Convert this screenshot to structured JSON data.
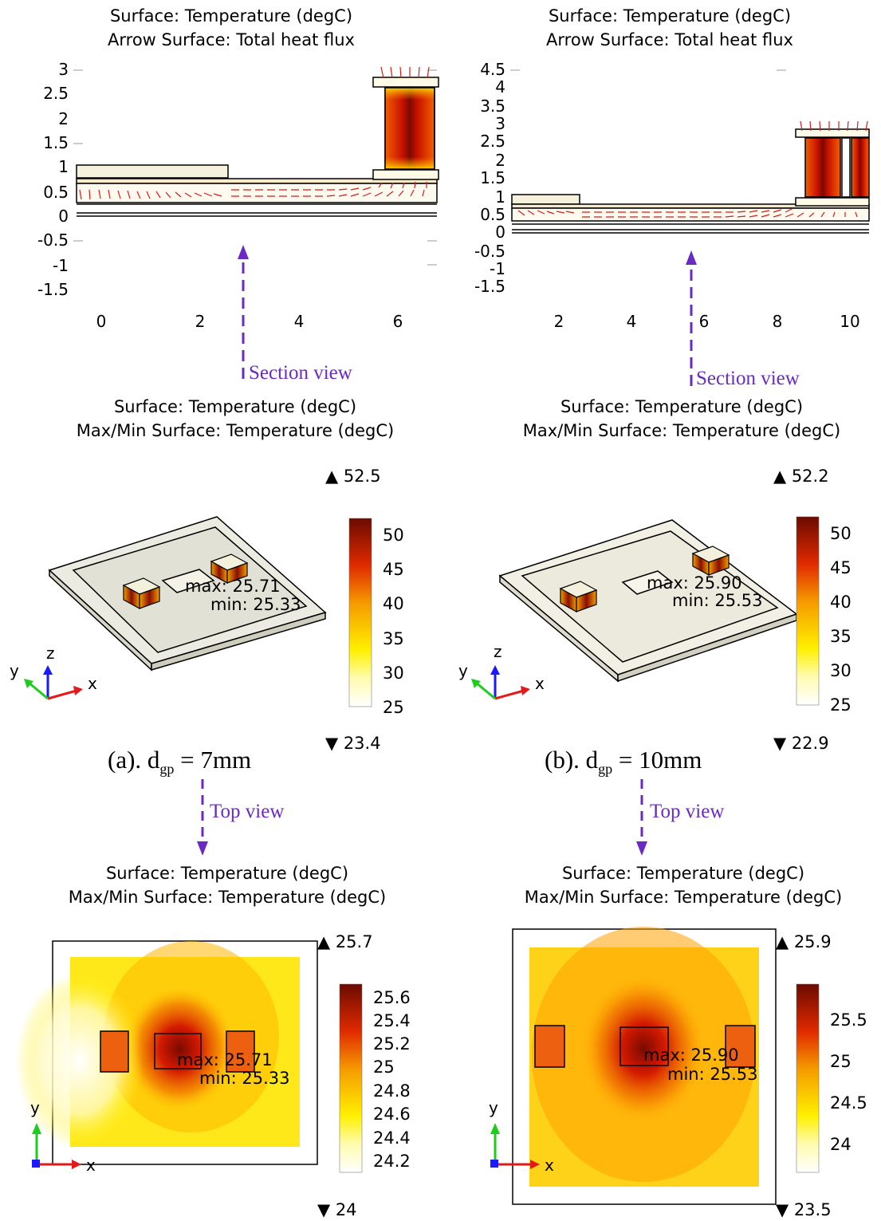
{
  "panels": [
    {
      "id": "a",
      "section": {
        "title_line1": "Surface: Temperature (degC)",
        "title_line2": "Arrow Surface: Total heat flux",
        "y_ticks": [
          "3",
          "2.5",
          "2",
          "1.5",
          "1",
          "0.5",
          "0",
          "-0.5",
          "-1",
          "-1.5"
        ],
        "x_ticks": [
          "0",
          "2",
          "4",
          "6"
        ]
      },
      "section_label": "Section view",
      "iso": {
        "title_line1": "Surface: Temperature (degC)",
        "title_line2": "Max/Min Surface: Temperature (degC)",
        "max_marker": "▲ 52.5",
        "min_marker": "▼ 23.4",
        "colorbar_ticks": [
          "50",
          "45",
          "40",
          "35",
          "30",
          "25"
        ],
        "max_text": "max: 25.71",
        "min_text": "min: 25.33",
        "axes": {
          "x": "x",
          "y": "y",
          "z": "z"
        }
      },
      "caption_prefix": "(a). d",
      "caption_sub": "gp",
      "caption_suffix": " = 7mm",
      "top_label": "Top view",
      "top": {
        "title_line1": "Surface: Temperature (degC)",
        "title_line2": "Max/Min Surface: Temperature (degC)",
        "max_marker": "▲ 25.7",
        "min_marker": "▼ 24",
        "colorbar_ticks": [
          "25.6",
          "25.4",
          "25.2",
          "25",
          "24.8",
          "24.6",
          "24.4",
          "24.2"
        ],
        "max_text": "max: 25.71",
        "min_text": "min: 25.33",
        "axes": {
          "x": "x",
          "y": "y"
        }
      }
    },
    {
      "id": "b",
      "section": {
        "title_line1": "Surface: Temperature (degC)",
        "title_line2": "Arrow Surface: Total heat flux",
        "y_ticks": [
          "4.5",
          "4",
          "3.5",
          "3",
          "2.5",
          "2",
          "1.5",
          "1",
          "0.5",
          "0",
          "-0.5",
          "-1",
          "-1.5"
        ],
        "x_ticks": [
          "2",
          "4",
          "6",
          "8",
          "10"
        ]
      },
      "section_label": "Section view",
      "iso": {
        "title_line1": "Surface: Temperature (degC)",
        "title_line2": "Max/Min Surface: Temperature (degC)",
        "max_marker": "▲ 52.2",
        "min_marker": "▼ 22.9",
        "colorbar_ticks": [
          "50",
          "45",
          "40",
          "35",
          "30",
          "25"
        ],
        "max_text": "max: 25.90",
        "min_text": "min: 25.53",
        "axes": {
          "x": "x",
          "y": "y",
          "z": "z"
        }
      },
      "caption_prefix": "(b). d",
      "caption_sub": "gp",
      "caption_suffix": " = 10mm",
      "top_label": "Top view",
      "top": {
        "title_line1": "Surface: Temperature (degC)",
        "title_line2": "Max/Min Surface: Temperature (degC)",
        "max_marker": "▲ 25.9",
        "min_marker": "▼ 23.5",
        "colorbar_ticks": [
          "25.5",
          "25",
          "24.5",
          "24"
        ],
        "max_text": "max: 25.90",
        "min_text": "min: 25.53",
        "axes": {
          "x": "x",
          "y": "y"
        }
      }
    }
  ],
  "colors": {
    "heat_dark": "#6b0b00",
    "heat_red": "#d41a00",
    "heat_orange": "#f08a00",
    "heat_yellow": "#fff200",
    "heat_white": "#ffffff",
    "annotation": "#6a2bc2",
    "arrow": "#d81b1b"
  }
}
